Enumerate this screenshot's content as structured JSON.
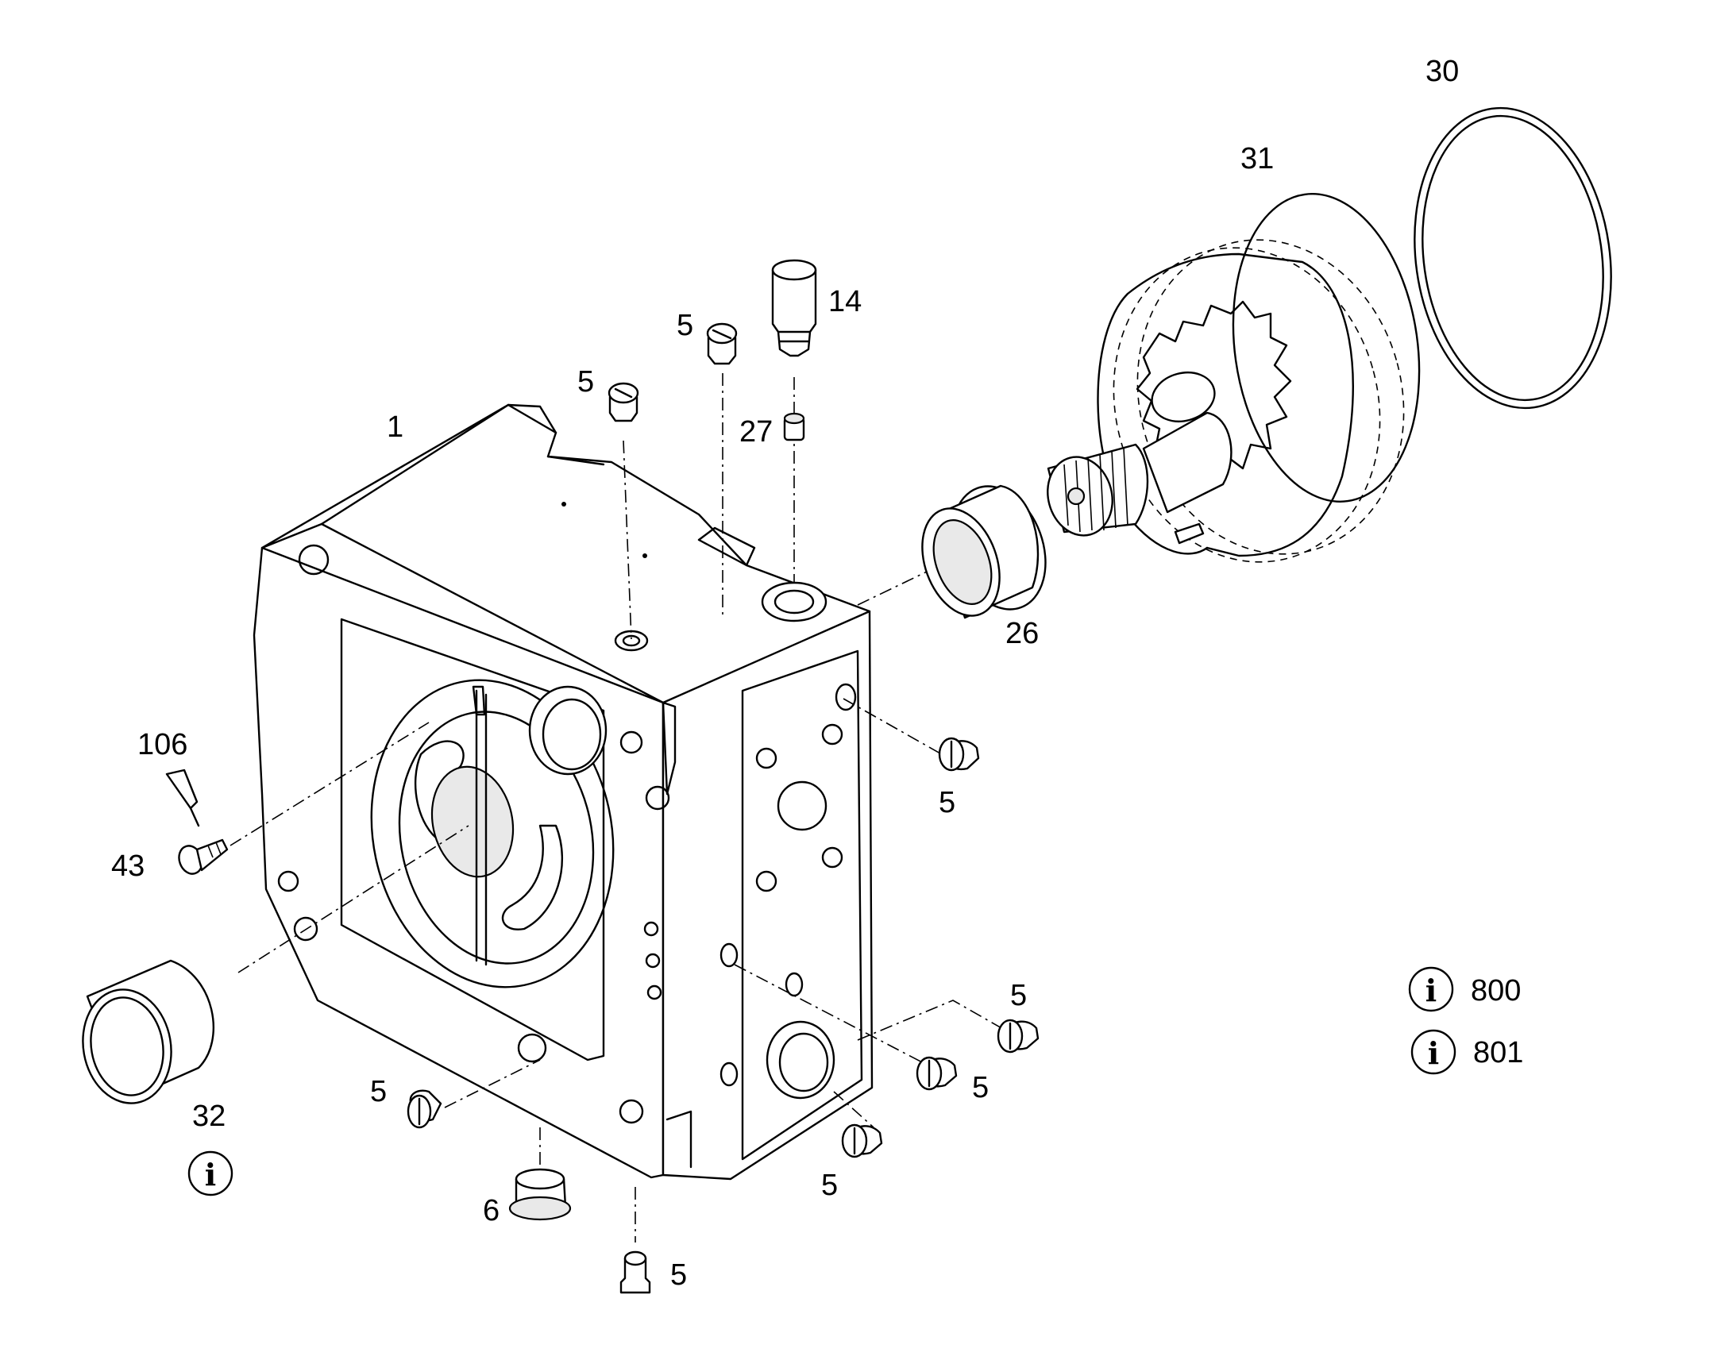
{
  "labels": [
    {
      "key": "p1",
      "text": "1"
    },
    {
      "key": "p5a",
      "text": "5"
    },
    {
      "key": "p5b",
      "text": "5"
    },
    {
      "key": "p14",
      "text": "14"
    },
    {
      "key": "p27",
      "text": "27"
    },
    {
      "key": "p26",
      "text": "26"
    },
    {
      "key": "p31",
      "text": "31"
    },
    {
      "key": "p30",
      "text": "30"
    },
    {
      "key": "p106",
      "text": "106"
    },
    {
      "key": "p43",
      "text": "43"
    },
    {
      "key": "p5c",
      "text": "5"
    },
    {
      "key": "p32",
      "text": "32"
    },
    {
      "key": "p5d",
      "text": "5"
    },
    {
      "key": "p5e",
      "text": "5"
    },
    {
      "key": "p5f",
      "text": "5"
    },
    {
      "key": "p5g",
      "text": "5"
    },
    {
      "key": "p6",
      "text": "6"
    },
    {
      "key": "p5h",
      "text": "5"
    }
  ],
  "info_refs": [
    {
      "key": "i800",
      "text": "800"
    },
    {
      "key": "i801",
      "text": "801"
    }
  ],
  "info_glyph": "i",
  "icons": [
    "info-icon"
  ]
}
